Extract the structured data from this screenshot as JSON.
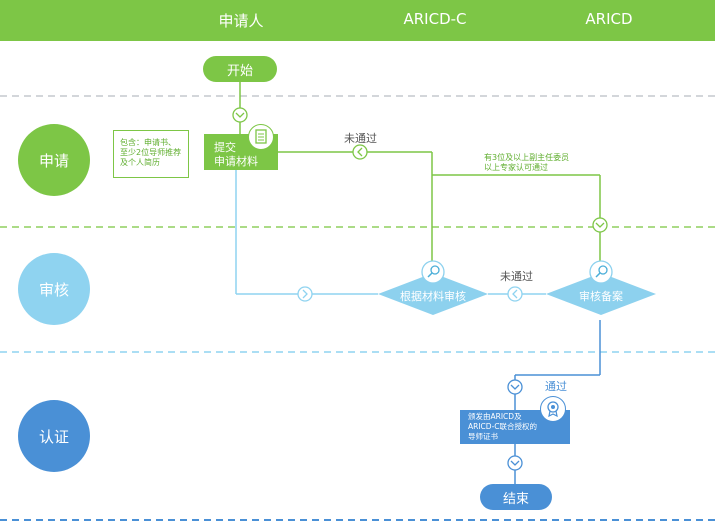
{
  "header": {
    "col1": "申请人",
    "col2": "ARICD-C",
    "col3": "ARICD"
  },
  "stages": {
    "apply": "申请",
    "review": "审核",
    "certify": "认证"
  },
  "nodes": {
    "start": "开始",
    "submit_line1": "提交",
    "submit_line2": "申请材料",
    "review_by_material": "根据材料审核",
    "review_filing": "审核备案",
    "issue_line1": "颁发由ARICD及",
    "issue_line2": "ARICD-C联合授权的",
    "issue_line3": "导师证书",
    "end": "结束"
  },
  "notes": {
    "includes_line1": "包含：申请书、",
    "includes_line2": "至少2位导师推荐",
    "includes_line3": "及个人简历",
    "approval_line1": "有3位及以上副主任委员",
    "approval_line2": "以上专家认可通过"
  },
  "labels": {
    "not_passed_top": "未通过",
    "not_passed_mid": "未通过",
    "passed": "通过"
  },
  "colors": {
    "green": "#7dc646",
    "light_blue": "#8fd3f0",
    "blue": "#4a90d6",
    "diamond": "#8dd1ee"
  },
  "icons": {
    "document": "document-icon",
    "search": "search-icon",
    "award": "award-icon",
    "chevron": "chevron-icon"
  }
}
